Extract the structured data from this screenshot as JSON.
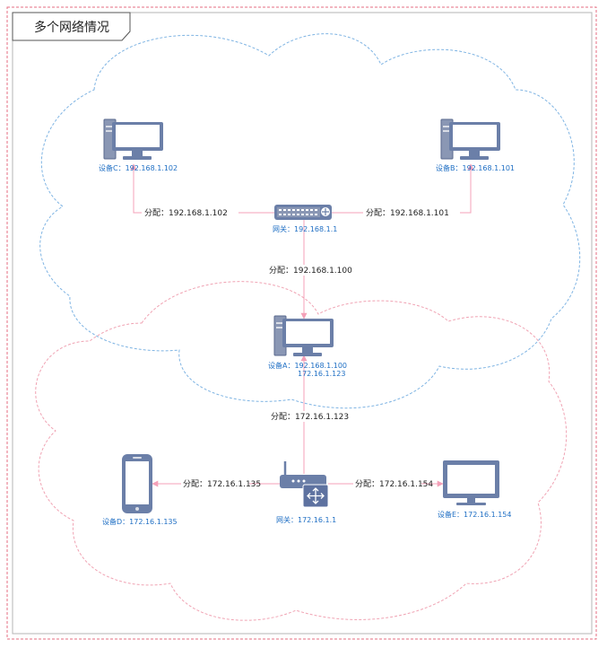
{
  "title": "多个网络情况",
  "colors": {
    "frame": "#e46d80",
    "frame_inner": "#b5b5b5",
    "cloud_blue": "#7fb4e3",
    "cloud_pink": "#f0a3b3",
    "link": "#f4a0b8",
    "device_label": "#1f6fc4",
    "edge_label": "#222222",
    "icon_body": "#6b7fa8",
    "icon_screen": "#ffffff",
    "icon_light": "#d9dde6"
  },
  "nodes": {
    "device_c": {
      "label": "设备C：192.168.1.102"
    },
    "device_b": {
      "label": "设备B：192.168.1.101"
    },
    "switch": {
      "label": "网关：192.168.1.1"
    },
    "device_a": {
      "label_line1": "设备A：192.168.1.100",
      "label_line2": "172.16.1.123"
    },
    "router": {
      "label": "网关：172.16.1.1"
    },
    "device_d": {
      "label": "设备D：172.16.1.135"
    },
    "device_e": {
      "label": "设备E：172.16.1.154"
    }
  },
  "edges": {
    "switch_c": "分配：192.168.1.102",
    "switch_b": "分配：192.168.1.101",
    "switch_a": "分配：192.168.1.100",
    "router_a": "分配：172.16.1.123",
    "router_d": "分配：172.16.1.135",
    "router_e": "分配：172.16.1.154"
  }
}
